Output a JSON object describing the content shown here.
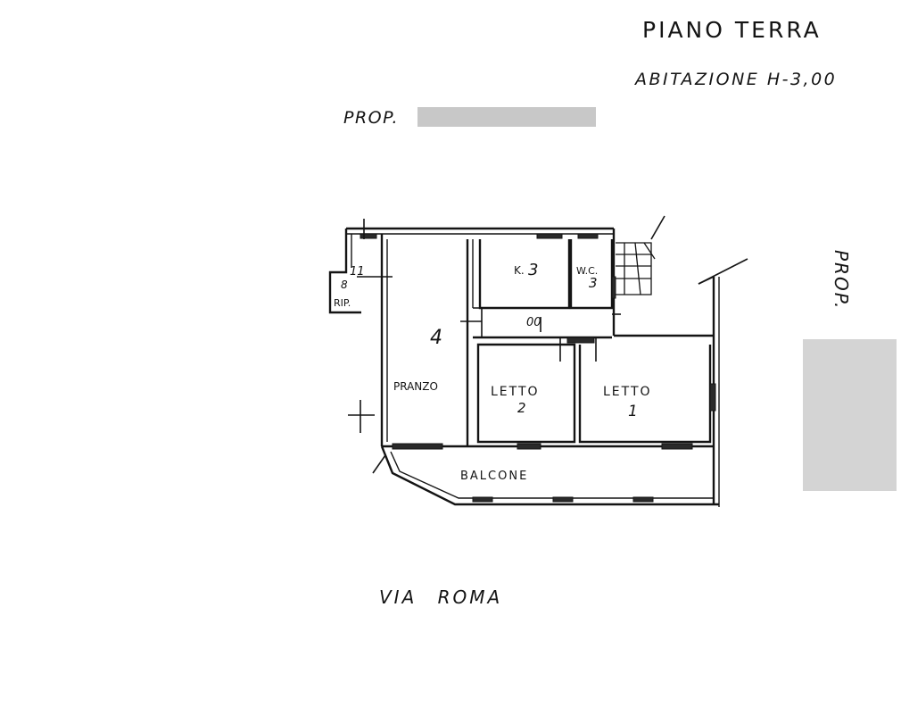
{
  "header": {
    "title": "PIANO TERRA",
    "subtitle": "ABITAZIONE H-3,00"
  },
  "neighbors": {
    "top_label": "PROP.",
    "right_label": "PROP."
  },
  "street": "VIA ROMA",
  "rooms": {
    "ripostiglio": {
      "label": "RIP.",
      "number": "11",
      "area": "8"
    },
    "pranzo": {
      "label": "PRANZO",
      "number": "4"
    },
    "cucina": {
      "label": "K.",
      "number": "3"
    },
    "wc": {
      "label": "W.C.",
      "number": "3"
    },
    "disimpegno": {
      "area": "00"
    },
    "letto2": {
      "label": "LETTO",
      "number": "2"
    },
    "letto1": {
      "label": "LETTO",
      "number": "1"
    },
    "balcone": {
      "label": "BALCONE"
    }
  },
  "redaction_color": "#c8c8c8",
  "ink_color": "#141414"
}
